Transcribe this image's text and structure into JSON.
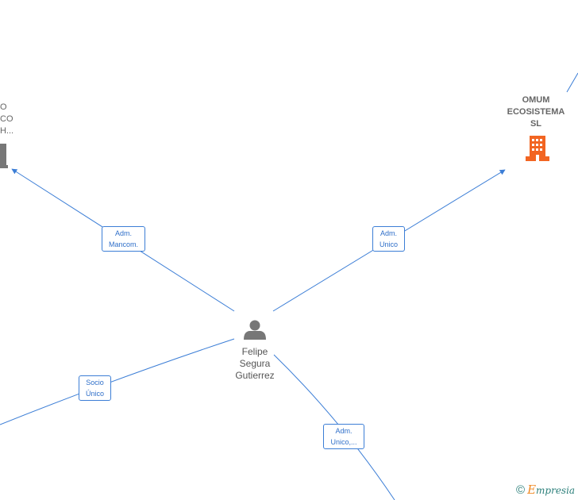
{
  "nodes": {
    "person": {
      "label_lines": [
        "Felipe",
        "Segura",
        "Gutierrez"
      ],
      "icon": "person-icon",
      "color": "#777777"
    },
    "company_right": {
      "label_lines": [
        "OMUM",
        "ECOSISTEMA",
        "SL"
      ],
      "icon": "building-icon",
      "color": "#f26522"
    },
    "company_left": {
      "label_lines": [
        "O",
        "CO",
        "H..."
      ],
      "icon": "building-icon",
      "color": "#777777"
    }
  },
  "edges": {
    "to_left": {
      "label_lines": [
        "Adm.",
        "Mancom."
      ]
    },
    "to_right": {
      "label_lines": [
        "Adm.",
        "Unico"
      ]
    },
    "to_bottom_left": {
      "label_lines": [
        "Socio",
        "Único"
      ]
    },
    "to_bottom_right": {
      "label_lines": [
        "Adm.",
        "Unico,..."
      ]
    }
  },
  "colors": {
    "edge": "#3c7ed6",
    "edge_label_text": "#2f6fc9"
  },
  "brand": {
    "copyright": "©",
    "first_letter": "E",
    "rest": "mpresia"
  }
}
